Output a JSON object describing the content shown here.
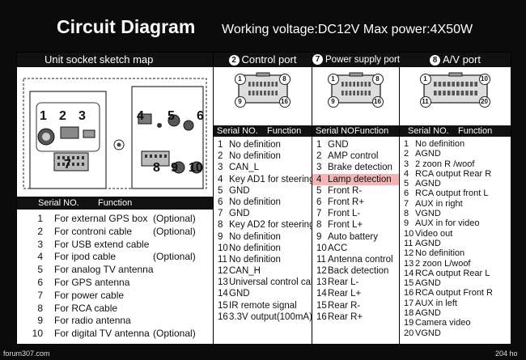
{
  "header": {
    "title": "Circuit Diagram",
    "subtitle": "Working voltage:DC12V  Max power:4X50W"
  },
  "unit": {
    "heading": "Unit socket sketch map",
    "callouts": [
      "1",
      "2",
      "3",
      "4",
      "5",
      "6",
      "7",
      "8",
      "9",
      "10"
    ],
    "table_head": {
      "serial": "Serial NO.",
      "function": "Function"
    },
    "functions": [
      {
        "n": "1",
        "t": "For external GPS box",
        "o": "(Optional)"
      },
      {
        "n": "2",
        "t": "For controni cable",
        "o": "(Optional)"
      },
      {
        "n": "3",
        "t": "For USB extend cable",
        "o": ""
      },
      {
        "n": "4",
        "t": "For ipod cable",
        "o": "(Optional)"
      },
      {
        "n": "5",
        "t": "For analog TV antenna",
        "o": ""
      },
      {
        "n": "6",
        "t": "For GPS antenna",
        "o": ""
      },
      {
        "n": "7",
        "t": "For power cable",
        "o": ""
      },
      {
        "n": "8",
        "t": "For RCA cable",
        "o": ""
      },
      {
        "n": "9",
        "t": "For radio antenna",
        "o": ""
      },
      {
        "n": "10",
        "t": "For digital TV antenna",
        "o": "(Optional)"
      }
    ]
  },
  "control": {
    "num": "2",
    "heading": "Control port",
    "pins": [
      "1",
      "8",
      "9",
      "16"
    ],
    "table_head": {
      "serial": "Serial NO.",
      "function": "Function"
    },
    "items": [
      {
        "n": "1",
        "t": "No definition"
      },
      {
        "n": "2",
        "t": "No definition"
      },
      {
        "n": "3",
        "t": "CAN_L"
      },
      {
        "n": "4",
        "t": "Key AD1 for steering"
      },
      {
        "n": "5",
        "t": "GND"
      },
      {
        "n": "6",
        "t": "No definition"
      },
      {
        "n": "7",
        "t": "GND"
      },
      {
        "n": "8",
        "t": "Key AD2 for steering"
      },
      {
        "n": "9",
        "t": "No definition"
      },
      {
        "n": "10",
        "t": "No definition"
      },
      {
        "n": "11",
        "t": "No definition"
      },
      {
        "n": "12",
        "t": "CAN_H"
      },
      {
        "n": "13",
        "t": "Universal control cable"
      },
      {
        "n": "14",
        "t": "GND"
      },
      {
        "n": "15",
        "t": "IR remote signal"
      },
      {
        "n": "16",
        "t": "3.3V output(100mA)"
      }
    ]
  },
  "power": {
    "num": "7",
    "heading": "Power supply port",
    "pins": [
      "1",
      "8",
      "9",
      "16"
    ],
    "table_head": {
      "serial": "Serial NO.",
      "function": "Function"
    },
    "highlight_color": "#f4b4b4",
    "items": [
      {
        "n": "1",
        "t": "GND"
      },
      {
        "n": "2",
        "t": "AMP control"
      },
      {
        "n": "3",
        "t": "Brake detection"
      },
      {
        "n": "4",
        "t": "Lamp detection"
      },
      {
        "n": "5",
        "t": "Front R-"
      },
      {
        "n": "6",
        "t": "Front R+"
      },
      {
        "n": "7",
        "t": "Front L-"
      },
      {
        "n": "8",
        "t": "Front L+"
      },
      {
        "n": "9",
        "t": "Auto battery"
      },
      {
        "n": "10",
        "t": "ACC"
      },
      {
        "n": "11",
        "t": "Antenna control"
      },
      {
        "n": "12",
        "t": "Back detection"
      },
      {
        "n": "13",
        "t": "Rear L-"
      },
      {
        "n": "14",
        "t": "Rear L+"
      },
      {
        "n": "15",
        "t": "Rear R-"
      },
      {
        "n": "16",
        "t": "Rear R+"
      }
    ]
  },
  "av": {
    "num": "8",
    "heading": "A/V port",
    "pins": [
      "1",
      "10",
      "11",
      "20"
    ],
    "table_head": {
      "serial": "Serial NO.",
      "function": "Function"
    },
    "items": [
      {
        "n": "1",
        "t": "No definition"
      },
      {
        "n": "2",
        "t": "AGND"
      },
      {
        "n": "3",
        "t": "2 zoon R /woof"
      },
      {
        "n": "4",
        "t": "RCA output Rear R"
      },
      {
        "n": "5",
        "t": "AGND"
      },
      {
        "n": "6",
        "t": "RCA output front L"
      },
      {
        "n": "7",
        "t": "AUX in right"
      },
      {
        "n": "8",
        "t": "VGND"
      },
      {
        "n": "9",
        "t": "AUX in for video"
      },
      {
        "n": "10",
        "t": "Video out"
      },
      {
        "n": "11",
        "t": "AGND"
      },
      {
        "n": "12",
        "t": "No definition"
      },
      {
        "n": "13",
        "t": "2 zoon L/woof"
      },
      {
        "n": "14",
        "t": "RCA output Rear L"
      },
      {
        "n": "15",
        "t": "AGND"
      },
      {
        "n": "16",
        "t": "RCA output Front R"
      },
      {
        "n": "17",
        "t": "AUX in left"
      },
      {
        "n": "18",
        "t": "AGND"
      },
      {
        "n": "19",
        "t": "Camera video"
      },
      {
        "n": "20",
        "t": "VGND"
      }
    ]
  },
  "footer": {
    "left": "forum307.com",
    "right": "204 ho"
  }
}
